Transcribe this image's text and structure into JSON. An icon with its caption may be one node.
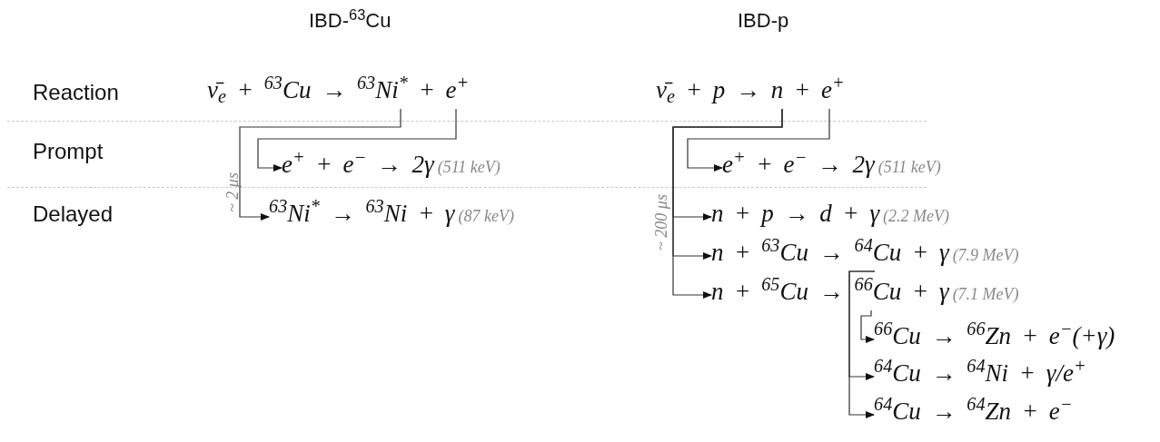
{
  "diagram": {
    "nodes": [
      {
        "text": [
          "ν̄$_{e}$ + $^{63}$Cu → $^{63}$Ni$^{*}$ + e$^{+}$"
        ]
      },
      {
        "text": [
          "e$^{+}$ + e$^{−}$ → 2γ",
          "(511 keV)"
        ]
      },
      {
        "text": [
          "$^{63}$Ni$^{*}$ → $^{63}$Ni + γ",
          "(87 keV)"
        ]
      },
      {
        "text": [
          "ν̄$_{e}$ + p → n + e$^{+}$"
        ]
      },
      {
        "text": [
          "e$^{+}$ + e$^{−}$ → 2γ",
          "(511 keV)"
        ]
      },
      {
        "text": [
          "n + p → d + γ",
          "(2.2 MeV)"
        ]
      },
      {
        "text": [
          "n + $^{63}$Cu → $^{64}$Cu + γ",
          "(7.9 MeV)"
        ]
      },
      {
        "text": [
          "n + $^{65}$Cu → $^{66}$Cu + γ",
          "(7.1 MeV)"
        ]
      },
      {
        "text": [
          "$^{66}$Cu → $^{66}$Zn + e$^{−}$(+γ)"
        ]
      },
      {
        "text": [
          "$^{64}$Cu → $^{64}$Ni + γ/e$^{+}$"
        ]
      },
      {
        "text": [
          "$^{64}$Cu → $^{64}$Zn + e$^{−}$"
        ]
      }
    ],
    "edges": [
      {
        "from": 0,
        "to": 2,
        "arrow": "to"
      },
      {
        "from": 0,
        "to": 1,
        "arrow": "to"
      },
      {
        "from": 3,
        "to": 4,
        "arrow": "to"
      },
      {
        "from": 3,
        "to": 5,
        "arrow": "to"
      },
      {
        "from": 3,
        "to": 6,
        "arrow": "to"
      },
      {
        "from": 3,
        "to": 7,
        "arrow": "to"
      },
      {
        "from": 7,
        "to": 8,
        "arrow": "to"
      },
      {
        "from": 6,
        "to": 9,
        "arrow": "to"
      },
      {
        "from": 6,
        "to": 10,
        "arrow": "to"
      }
    ],
    "labels": [
      "IBD-$^{63}$Cu",
      "IBD-p",
      "Reaction",
      "Prompt",
      "Delayed",
      "~ 2 μs",
      "~ 200 μs"
    ]
  }
}
